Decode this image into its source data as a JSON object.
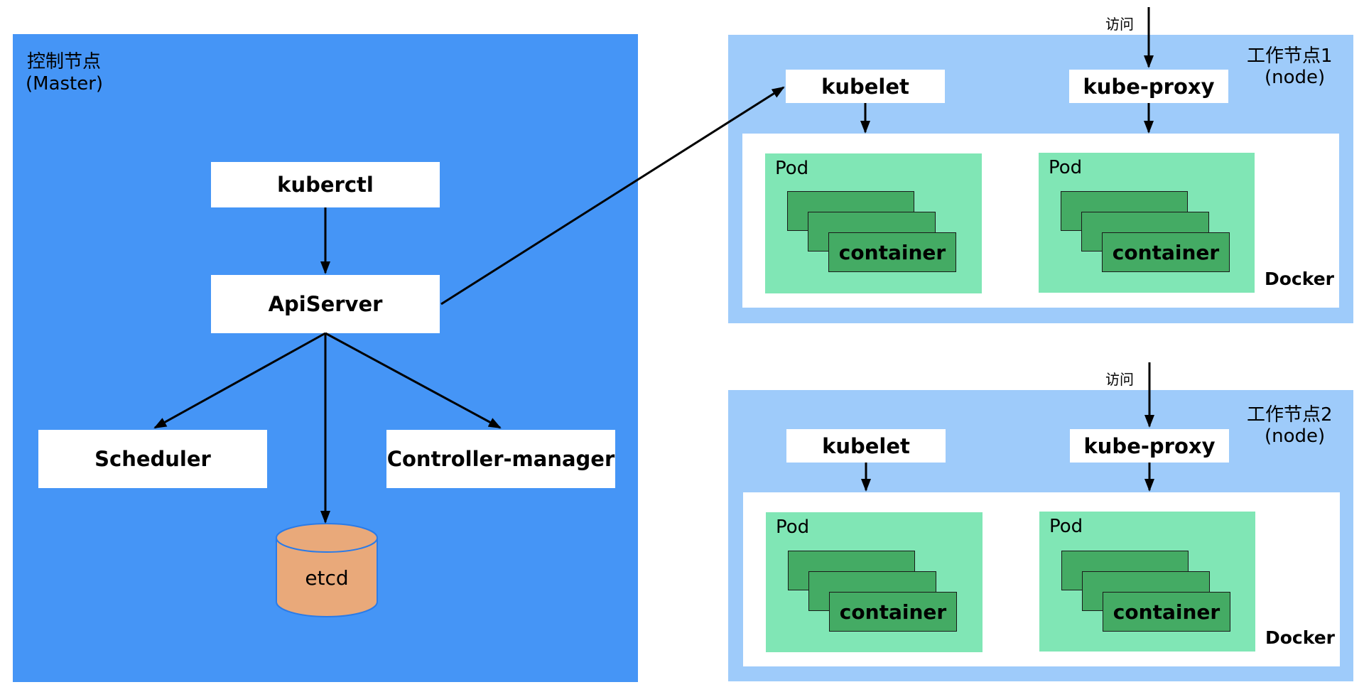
{
  "colors": {
    "master_bg": "#4595f6",
    "node_bg": "#9ecbfa",
    "pod_bg": "#80e6b5",
    "container_bg": "#44ab64",
    "etcd_fill": "#e9a97a",
    "etcd_stroke": "#2a7be8",
    "arrow": "#000000"
  },
  "master": {
    "title": "控制节点",
    "subtitle": "(Master)",
    "kubectl": "kuberctl",
    "apiserver": "ApiServer",
    "scheduler": "Scheduler",
    "controller": "Controller-manager",
    "etcd": "etcd"
  },
  "node1": {
    "title": "工作节点1",
    "subtitle": "(node)",
    "access": "访问",
    "kubelet": "kubelet",
    "kube_proxy": "kube-proxy",
    "pod1": {
      "title": "Pod",
      "container": "container"
    },
    "pod2": {
      "title": "Pod",
      "container": "container"
    },
    "docker": "Docker"
  },
  "node2": {
    "title": "工作节点2",
    "subtitle": "(node)",
    "access": "访问",
    "kubelet": "kubelet",
    "kube_proxy": "kube-proxy",
    "pod1": {
      "title": "Pod",
      "container": "container"
    },
    "pod2": {
      "title": "Pod",
      "container": "container"
    },
    "docker": "Docker"
  }
}
